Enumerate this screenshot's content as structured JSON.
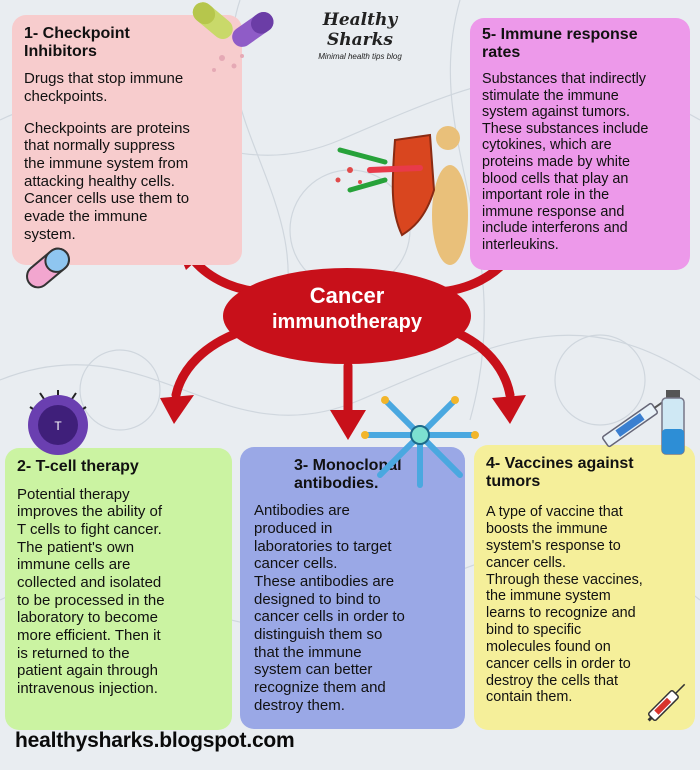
{
  "brand": {
    "title": "Healthy Sharks",
    "tagline": "Minimal health tips blog"
  },
  "center": {
    "line1": "Cancer",
    "line2": "immunotherapy"
  },
  "cards": {
    "checkpoint": {
      "title": "1- Checkpoint\nInhibitors",
      "p1": "Drugs that stop immune\ncheckpoints.",
      "p2": "Checkpoints are proteins\nthat normally suppress\nthe immune system from\nattacking healthy cells.\nCancer cells use them to\nevade the immune\nsystem."
    },
    "immune": {
      "title": "5- Immune response rates",
      "p1": "Substances that indirectly\nstimulate the immune\nsystem against tumors.\nThese substances include\ncytokines, which are\nproteins made by white\nblood cells that play an\nimportant role in the\nimmune response and\ninclude interferons and\ninterleukins."
    },
    "tcell": {
      "title": "2- T-cell therapy",
      "p1": "Potential therapy\nimproves the ability of\nT cells to fight cancer.\nThe patient's own\nimmune cells are\ncollected and isolated\nto be processed in the\nlaboratory to become\nmore efficient. Then it\nis returned to the\npatient again through\nintravenous injection."
    },
    "monoclonal": {
      "title": "3- Monoclonal\nantibodies.",
      "p1": "Antibodies are\nproduced in\nlaboratories to target\ncancer cells.\nThese antibodies are\ndesigned to bind to\ncancer cells in order to\ndistinguish them so\nthat the immune\nsystem can better\nrecognize them and\ndestroy them."
    },
    "vaccines": {
      "title": "4- Vaccines against\ntumors",
      "p1": "A type of vaccine that\nboosts the immune\nsystem's response to\ncancer cells.\nThrough these vaccines,\nthe immune system\nlearns to recognize and\nbind to specific\nmolecules found on\ncancer cells in order to\ndestroy the cells that\ncontain them."
    }
  },
  "tcell_label": "T",
  "footer": "healthysharks.blogspot.com",
  "colors": {
    "checkpoint": "#f7cccd",
    "immune": "#ed99ea",
    "tcell": "#cbf3a2",
    "monoclonal": "#9aa8e6",
    "vaccines": "#f5ef9a",
    "arrow": "#c8101a"
  }
}
